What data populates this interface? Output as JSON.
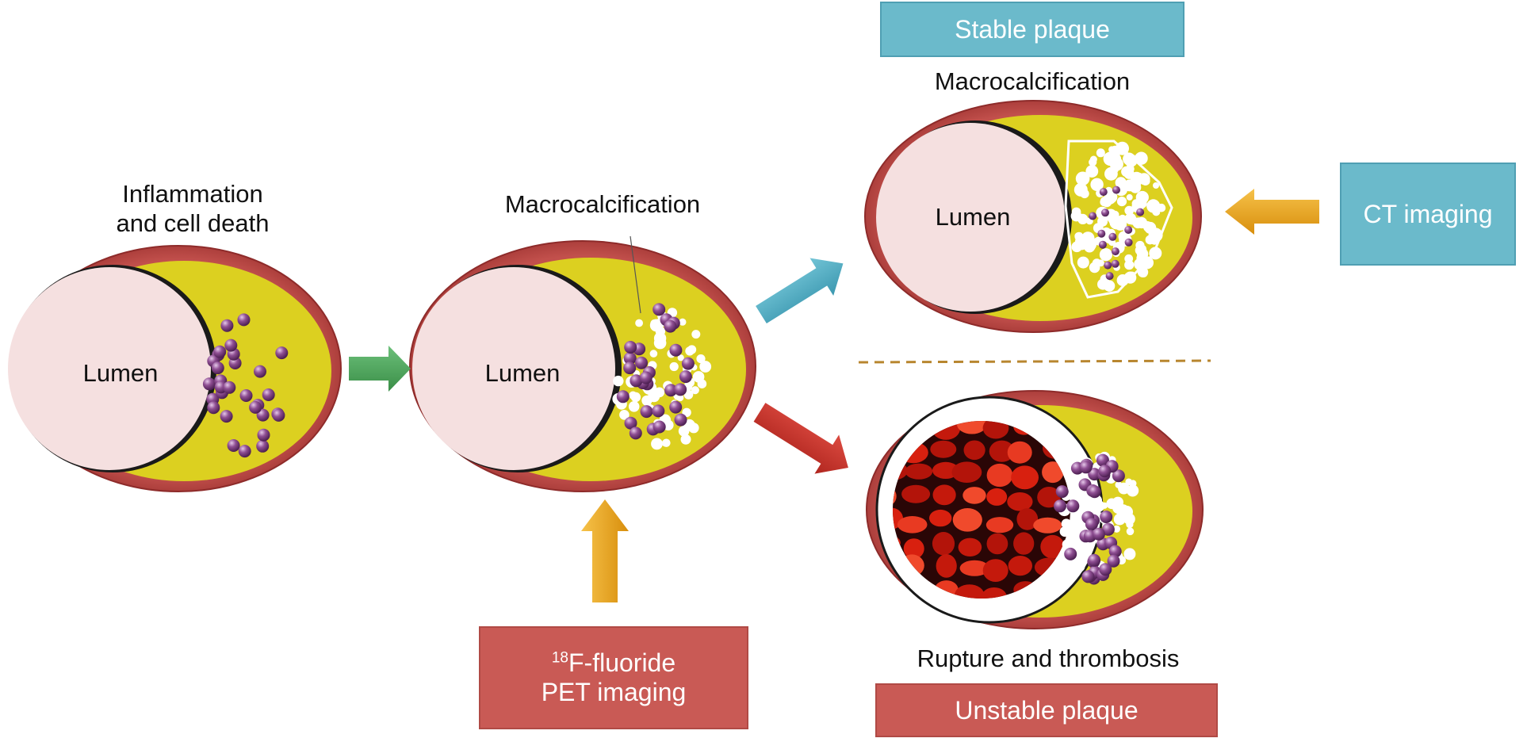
{
  "labels": {
    "stage1_title_line1": "Inflammation",
    "stage1_title_line2": "and cell death",
    "stage2_title": "Macrocalcification",
    "stable_title": "Macrocalcification",
    "unstable_title": "Rupture and thrombosis",
    "lumen": "Lumen"
  },
  "boxes": {
    "stable": "Stable plaque",
    "unstable": "Unstable plaque",
    "ct": "CT imaging",
    "pet_sup": "18",
    "pet_line1": "F-fluoride",
    "pet_line2": "PET imaging"
  },
  "colors": {
    "wall": "#b5413f",
    "plaque": "#dcd020",
    "lumen": "#f5e0e0",
    "macrophage": "#8a4a8e",
    "calcification": "#ffffff",
    "thrombus": "#cc1d10",
    "arrow_green": "#4da85a",
    "arrow_teal": "#4aaac2",
    "arrow_red": "#c8332b",
    "arrow_orange": "#eda516",
    "box_teal": "#6bbacb",
    "box_red": "#c95a55",
    "divider": "#b8862f"
  },
  "icons": [
    "artery-cross-section-icon",
    "macrophage-cluster-icon",
    "calcification-icon",
    "thrombus-icon",
    "process-arrow-icon",
    "imaging-arrow-icon"
  ]
}
